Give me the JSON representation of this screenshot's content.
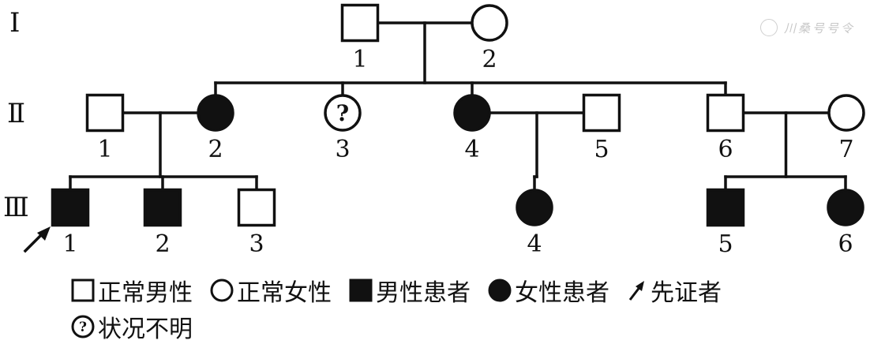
{
  "generations": [
    {
      "id": "I",
      "label": "Ⅰ"
    },
    {
      "id": "II",
      "label": "Ⅱ"
    },
    {
      "id": "III",
      "label": "Ⅲ"
    }
  ],
  "individuals": [
    {
      "id": "I-1",
      "generation": "I",
      "number": "1",
      "sex": "male",
      "status": "normal"
    },
    {
      "id": "I-2",
      "generation": "I",
      "number": "2",
      "sex": "female",
      "status": "normal"
    },
    {
      "id": "II-1",
      "generation": "II",
      "number": "1",
      "sex": "male",
      "status": "normal"
    },
    {
      "id": "II-2",
      "generation": "II",
      "number": "2",
      "sex": "female",
      "status": "affected"
    },
    {
      "id": "II-3",
      "generation": "II",
      "number": "3",
      "sex": "female",
      "status": "unknown"
    },
    {
      "id": "II-4",
      "generation": "II",
      "number": "4",
      "sex": "female",
      "status": "affected"
    },
    {
      "id": "II-5",
      "generation": "II",
      "number": "5",
      "sex": "male",
      "status": "normal"
    },
    {
      "id": "II-6",
      "generation": "II",
      "number": "6",
      "sex": "male",
      "status": "normal"
    },
    {
      "id": "II-7",
      "generation": "II",
      "number": "7",
      "sex": "female",
      "status": "normal"
    },
    {
      "id": "III-1",
      "generation": "III",
      "number": "1",
      "sex": "male",
      "status": "affected",
      "proband": true
    },
    {
      "id": "III-2",
      "generation": "III",
      "number": "2",
      "sex": "male",
      "status": "affected"
    },
    {
      "id": "III-3",
      "generation": "III",
      "number": "3",
      "sex": "male",
      "status": "normal"
    },
    {
      "id": "III-4",
      "generation": "III",
      "number": "4",
      "sex": "female",
      "status": "affected"
    },
    {
      "id": "III-5",
      "generation": "III",
      "number": "5",
      "sex": "male",
      "status": "affected"
    },
    {
      "id": "III-6",
      "generation": "III",
      "number": "6",
      "sex": "female",
      "status": "affected"
    }
  ],
  "marriages": [
    {
      "partners": [
        "I-1",
        "I-2"
      ],
      "children": [
        "II-2",
        "II-3",
        "II-4",
        "II-6"
      ]
    },
    {
      "partners": [
        "II-1",
        "II-2"
      ],
      "children": [
        "III-1",
        "III-2",
        "III-3"
      ]
    },
    {
      "partners": [
        "II-4",
        "II-5"
      ],
      "children": [
        "III-4"
      ]
    },
    {
      "partners": [
        "II-6",
        "II-7"
      ],
      "children": [
        "III-5",
        "III-6"
      ]
    }
  ],
  "unknown_mark": "?",
  "legend": {
    "row1": [
      {
        "symbol": "square-empty",
        "label": "正常男性"
      },
      {
        "symbol": "circle-empty",
        "label": "正常女性"
      },
      {
        "symbol": "square-filled",
        "label": "男性患者"
      },
      {
        "symbol": "circle-filled",
        "label": "女性患者"
      },
      {
        "symbol": "arrow",
        "label": "先证者"
      }
    ],
    "row2": [
      {
        "symbol": "circle-question",
        "label": "状况不明"
      }
    ]
  },
  "watermark": {
    "text": "川桑号号令"
  },
  "colors": {
    "line": "#111111",
    "fill_affected": "#111111",
    "fill_normal": "#ffffff",
    "watermark": "#c8c8c8"
  }
}
